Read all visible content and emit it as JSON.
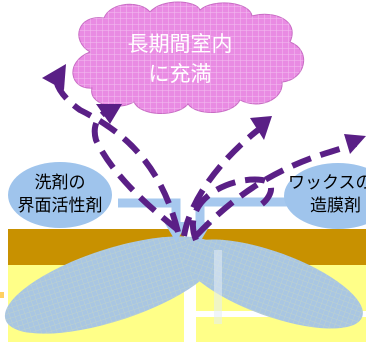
{
  "cloud": {
    "line1": "長期間室内",
    "line2": "に充満",
    "color": "#e98be3"
  },
  "left_label": {
    "line1": "洗剤の",
    "line2": "界面活性剤"
  },
  "right_label": {
    "line1": "ワックスの",
    "line2": "造膜剤"
  },
  "colors": {
    "arrow": "#5a1f86",
    "floor_top": "#c89100",
    "floor_bottom": "#ffff88",
    "penetration": "#a9c6e2",
    "flow": "#a6c8ee",
    "label_bubble": "#9fc4ec"
  }
}
